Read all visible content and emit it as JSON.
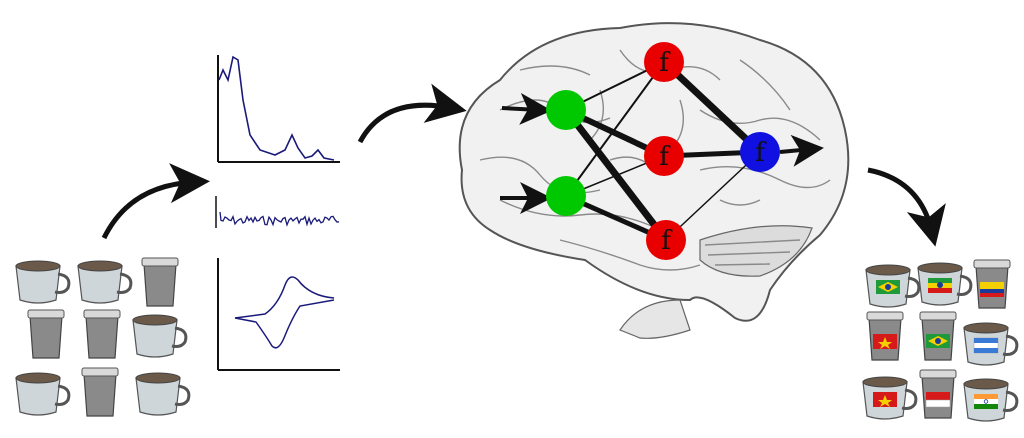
{
  "nodes": {
    "input": [
      {
        "id": "in1",
        "label": "",
        "color": "#00c800"
      },
      {
        "id": "in2",
        "label": "",
        "color": "#00c800"
      }
    ],
    "hidden": [
      {
        "id": "h1",
        "label": "f",
        "color": "#e80000"
      },
      {
        "id": "h2",
        "label": "f",
        "color": "#e80000"
      },
      {
        "id": "h3",
        "label": "f",
        "color": "#e80000"
      }
    ],
    "output": [
      {
        "id": "out",
        "label": "f",
        "color": "#1010e0"
      }
    ]
  },
  "colors": {
    "input_node": "#00c800",
    "hidden_node": "#e80000",
    "output_node": "#1010e0",
    "signal_line": "#1a1a7a",
    "arrow": "#111111"
  },
  "icons": [
    "coffee-cup-icon",
    "brazil-flag-icon",
    "ethiopia-flag-icon",
    "colombia-flag-icon",
    "vietnam-flag-icon",
    "honduras-flag-icon",
    "indonesia-flag-icon",
    "india-flag-icon"
  ],
  "output_flags": [
    [
      "brazil",
      "ethiopia",
      "colombia"
    ],
    [
      "vietnam",
      "brazil",
      "honduras"
    ],
    [
      "vietnam",
      "indonesia",
      "india"
    ]
  ]
}
